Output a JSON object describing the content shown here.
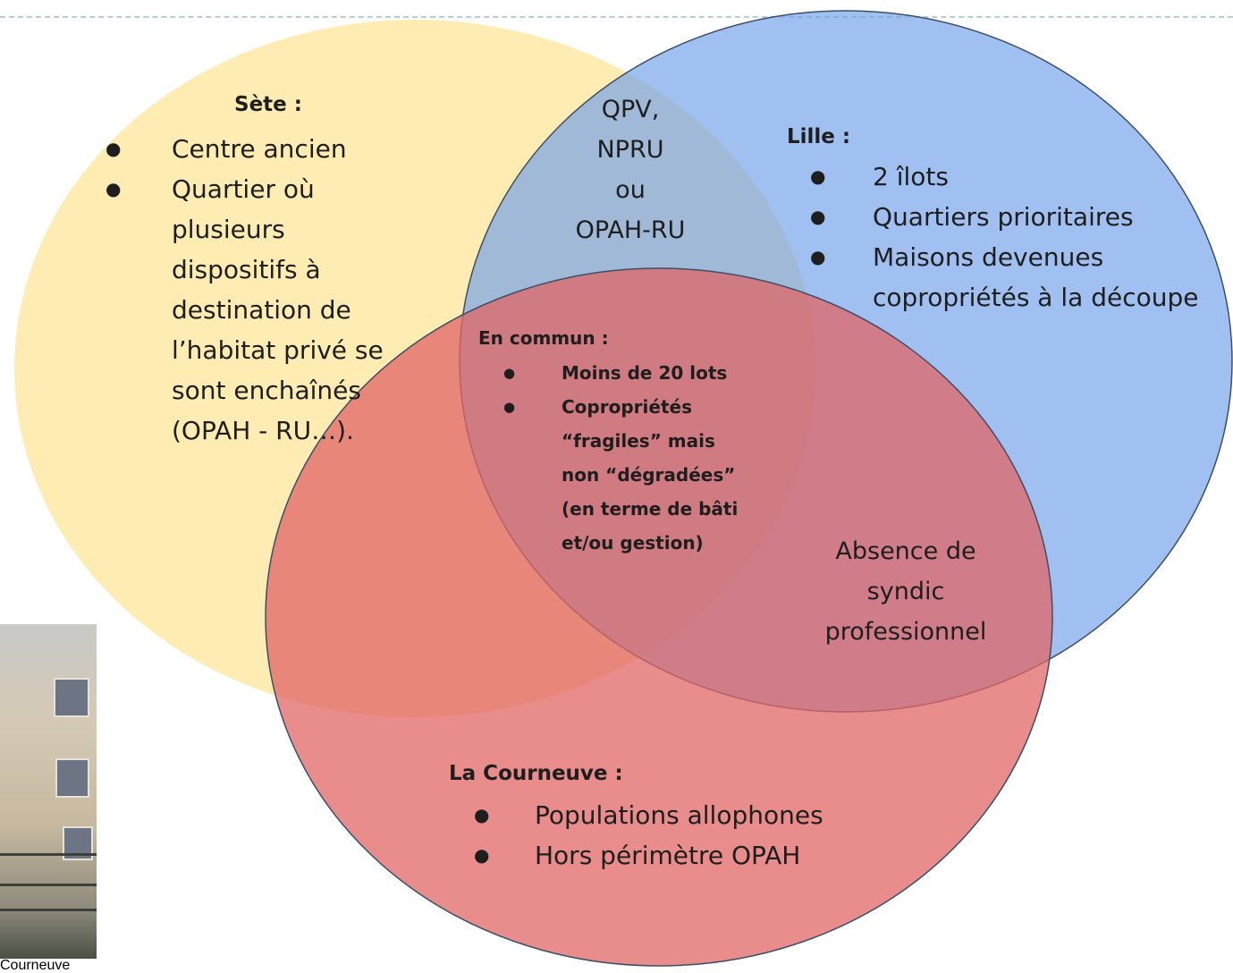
{
  "sete": {
    "title": "Sète :",
    "items": [
      "Centre ancien",
      "Quartier où plusieurs dispositifs à destination de l’habitat privé se sont enchaînés (OPAH - RU…)."
    ]
  },
  "lille": {
    "title": "Lille :",
    "items": [
      "2 îlots",
      "Quartiers prioritaires",
      "Maisons devenues copropriétés à la découpe"
    ]
  },
  "courneuve": {
    "title": "La Courneuve :",
    "items": [
      "Populations allophones",
      "Hors périmètre OPAH"
    ]
  },
  "sete_lille_overlap": {
    "lines": [
      "QPV,",
      "NPRU",
      "ou",
      "OPAH-RU"
    ]
  },
  "lille_courneuve_overlap": {
    "lines": [
      "Absence de",
      "syndic",
      "professionnel"
    ]
  },
  "common": {
    "title": "En commun :",
    "items": [
      "Moins de 20 lots",
      "Copropriétés “fragiles” mais non “dégradées” (en terme de bâti et/ou gestion)"
    ]
  },
  "bullet_glyph": "●",
  "photo": {
    "caption": "Courneuve"
  },
  "colors": {
    "sete": "#ffd966",
    "lille": "#6d9eeb",
    "courneuve": "#e06666",
    "outline": "#3d4f66"
  }
}
